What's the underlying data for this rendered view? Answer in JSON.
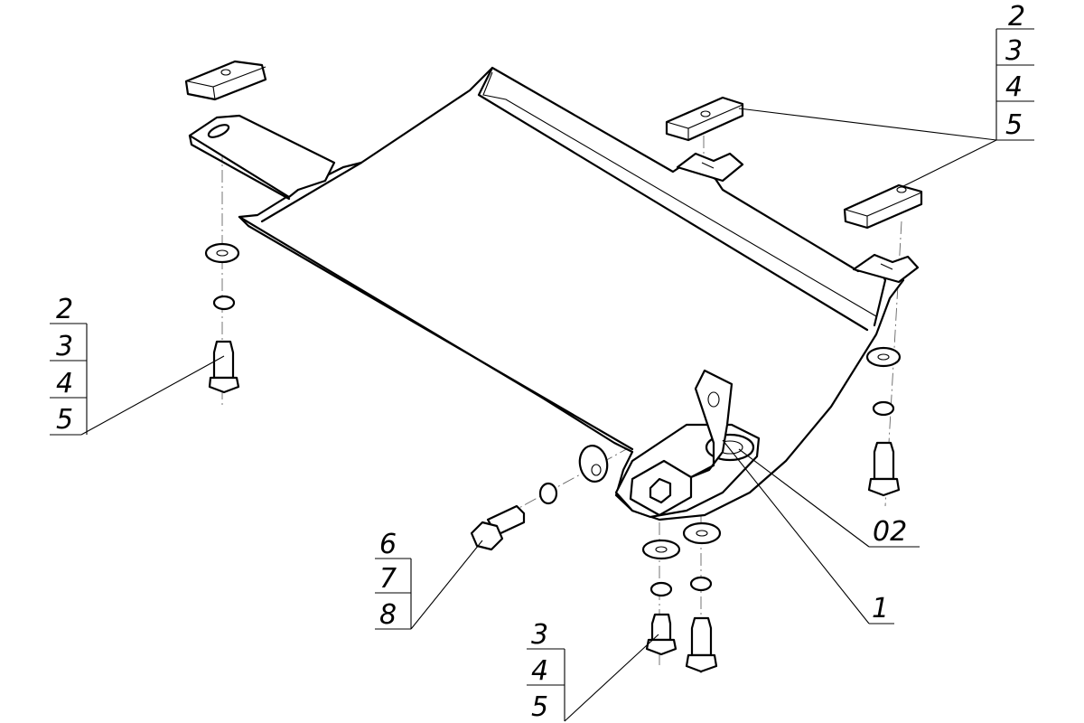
{
  "callouts": {
    "top_right": [
      "2",
      "3",
      "4",
      "5"
    ],
    "left": [
      "2",
      "3",
      "4",
      "5"
    ],
    "front_bolt": [
      "6",
      "7",
      "8"
    ],
    "bottom": [
      "3",
      "4",
      "5"
    ],
    "part_02": "02",
    "part_1": "1"
  }
}
